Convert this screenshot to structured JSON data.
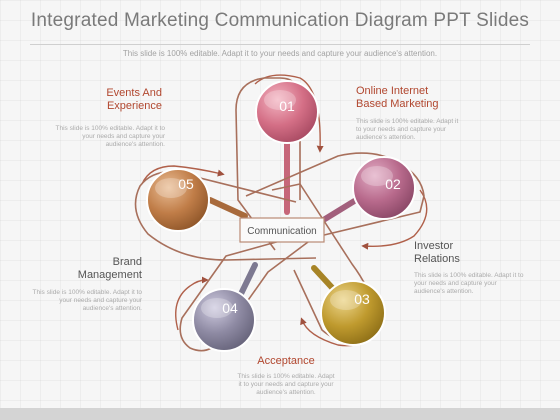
{
  "title": "Integrated Marketing Communication Diagram PPT Slides",
  "subtitle": "This slide is 100% editable. Adapt it to your needs and capture your audience's attention.",
  "center_label": "Communication",
  "nodes": [
    {
      "number": "01",
      "color": "#d46f86"
    },
    {
      "number": "02",
      "color": "#b86a8c"
    },
    {
      "number": "03",
      "color": "#bf9a2e"
    },
    {
      "number": "04",
      "color": "#8e8aa3"
    },
    {
      "number": "05",
      "color": "#c07d48"
    }
  ],
  "labels": {
    "events": {
      "line1": "Events And",
      "line2": "Experience",
      "desc": [
        "This slide is 100% editable. Adapt it to",
        "your needs and capture your",
        "audience's attention."
      ]
    },
    "online": {
      "line1": "Online  Internet",
      "line2": "Based Marketing",
      "desc": [
        "This slide is 100% editable. Adapt it",
        "to your needs and capture your",
        "audience's attention."
      ]
    },
    "investor": {
      "line1": "Investor",
      "line2": "Relations",
      "desc": [
        "This slide is 100% editable. Adapt it to",
        "your needs and capture your",
        "audience's attention."
      ]
    },
    "brand": {
      "line1": "Brand",
      "line2": "Management",
      "desc": [
        "This slide is 100% editable. Adapt it to",
        "your needs and capture your",
        "audience's attention."
      ]
    },
    "acceptance": {
      "line1": "Acceptance",
      "desc": [
        "This slide is 100% editable. Adapt",
        "it to your needs and capture your",
        "audience's attention."
      ]
    }
  }
}
